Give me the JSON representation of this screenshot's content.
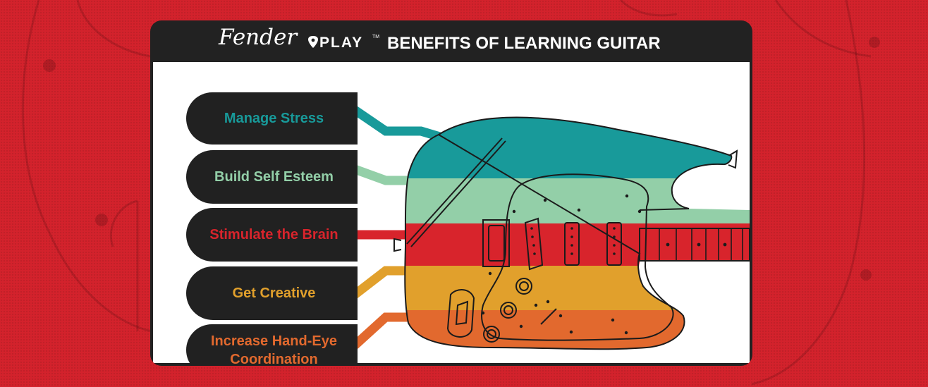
{
  "brand": {
    "wordmark": "Fender",
    "product": "PLAY",
    "trademark": "TM",
    "pick_icon": "guitar-pick-icon"
  },
  "header": {
    "title": "BENEFITS OF LEARNING GUITAR"
  },
  "benefits": [
    {
      "label": "Manage Stress",
      "color": "#189a9a"
    },
    {
      "label": "Build Self Esteem",
      "color": "#93cfa8"
    },
    {
      "label": "Stimulate the Brain",
      "color": "#d8242c"
    },
    {
      "label": "Get Creative",
      "color": "#e1a02c"
    },
    {
      "label": "Increase Hand-Eye Coordination",
      "color": "#e2692e"
    }
  ],
  "colors": {
    "background": "#d3222c",
    "card": "#222222",
    "panel": "#ffffff",
    "outline": "#1b1b1b"
  },
  "illustration": {
    "subject": "electric-guitar-body-icon"
  }
}
